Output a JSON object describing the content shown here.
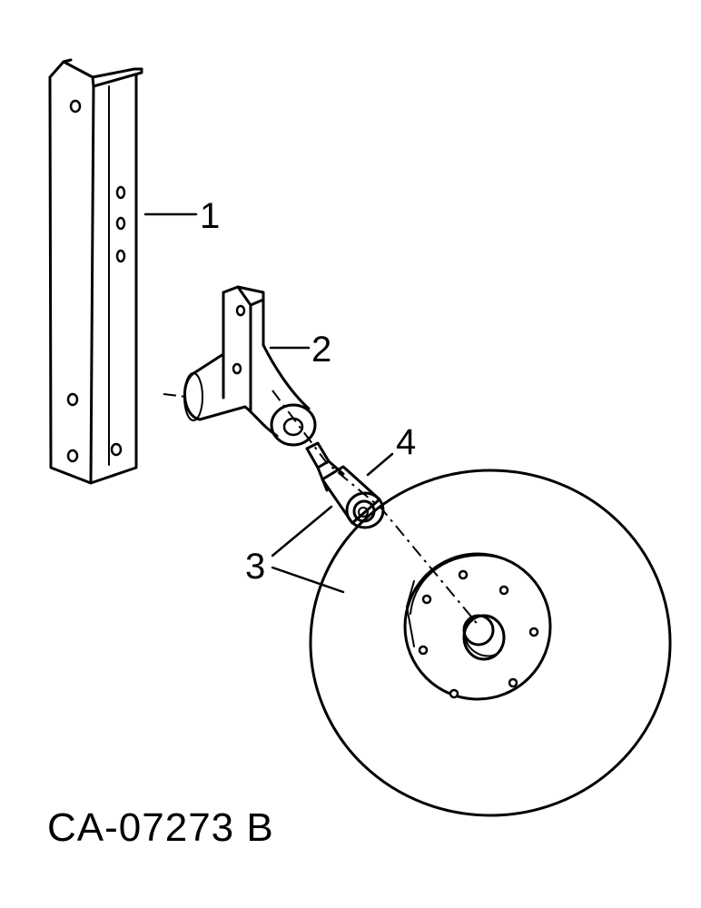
{
  "callouts": {
    "part_1": "1",
    "part_2": "2",
    "part_3": "3",
    "part_4": "4"
  },
  "figure_id": "CA-07273 B",
  "colors": {
    "ink": "#000000",
    "paper": "#ffffff"
  }
}
